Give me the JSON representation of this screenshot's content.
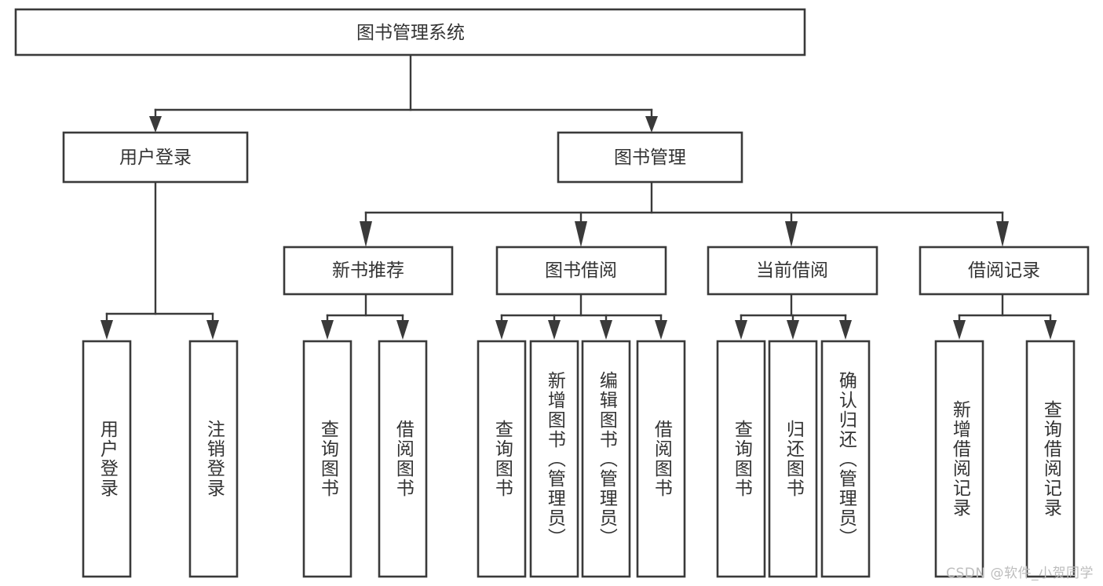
{
  "diagram": {
    "title": "图书管理系统",
    "type": "tree-hierarchy-diagram",
    "colors": {
      "box_stroke": "#3a3a3a",
      "box_fill": "#ffffff",
      "text": "#333333",
      "background": "#ffffff",
      "watermark": "#bdbdbd"
    },
    "root": {
      "label": "图书管理系统"
    },
    "level2": [
      {
        "label": "用户登录"
      },
      {
        "label": "图书管理"
      }
    ],
    "level3": [
      {
        "label": "新书推荐"
      },
      {
        "label": "图书借阅"
      },
      {
        "label": "当前借阅"
      },
      {
        "label": "借阅记录"
      }
    ],
    "leaves": {
      "user_login": [
        {
          "label": "用户登录"
        },
        {
          "label": "注销登录"
        }
      ],
      "new_book_recommend": [
        {
          "label": "查询图书"
        },
        {
          "label": "借阅图书"
        }
      ],
      "book_borrow": [
        {
          "label": "查询图书"
        },
        {
          "label": "新增图书（管理员）"
        },
        {
          "label": "编辑图书（管理员）"
        },
        {
          "label": "借阅图书"
        }
      ],
      "current_borrow": [
        {
          "label": "查询图书"
        },
        {
          "label": "归还图书"
        },
        {
          "label": "确认归还（管理员）"
        }
      ],
      "borrow_record": [
        {
          "label": "新增借阅记录"
        },
        {
          "label": "查询借阅记录"
        }
      ]
    },
    "watermark": "CSDN @软件_小贺同学"
  }
}
